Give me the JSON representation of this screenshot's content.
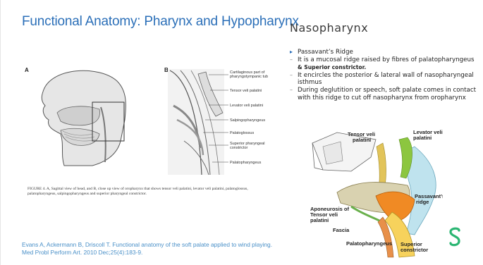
{
  "slide": {
    "title": "Functional Anatomy: Pharynx and Hypopharynx",
    "heading": "Nasopharynx"
  },
  "bullets": [
    {
      "marker": "▸",
      "text": "Passavant’s Ridge",
      "bold_suffix": ""
    },
    {
      "marker": "–",
      "text": "It is a mucosal ridge raised by fibres of palatopharyngeus ",
      "bold_suffix": "& Superior constrictor."
    },
    {
      "marker": "–",
      "text": "It encircles the posterior & lateral wall of nasopharyngeal isthmus",
      "bold_suffix": ""
    },
    {
      "marker": "–",
      "text": "During deglutition or speech, soft palate comes in contact with this ridge to cut off nasopharynx from oropharynx",
      "bold_suffix": ""
    }
  ],
  "figure_left": {
    "panel_a": "A",
    "panel_b": "B",
    "labels": [
      "Cartilaginous part of pharyngotympanic tub",
      "Tensor veli palatini",
      "Levator veli palatini",
      "Salpingopharyngeus",
      "Palatoglossus",
      "Superior pharyngeal constrictor",
      "Palatopharyngeus"
    ],
    "caption": "FIGURE 4. A, Sagittal view of head, and B, close up view of oropharynx that shows tensor veli palatini, levator veli palatini, palatoglossus, palatopharyngeus, salpingopharyngeus and superior pharyngeal constrictor."
  },
  "diagram": {
    "labels": {
      "tensor": "Tensor veli palatini",
      "levator": "Levator veli palatini",
      "passavant": "Passavant’s ridge",
      "aponeurosis": "Aponeurosis of Tensor veli palatini",
      "fascia": "Fascia",
      "palatopharyngeus": "Palatopharyngeus",
      "superior": "Superior constrictor"
    }
  },
  "citation": "Evans A, Ackermann B, Driscoll T. Functional anatomy of the soft palate applied to wind playing. Med Probl Perform Art. 2010 Dec;25(4):183-9.",
  "colors": {
    "title": "#2b6fb8",
    "citation": "#4a90c8",
    "logo": "#2bb673",
    "passavant_orange": "#f08a24",
    "levator_green": "#8cc63f",
    "constrictor_yellow": "#f7d25c",
    "palatopharyngeus_blue": "#bfe3ee"
  },
  "icons": {
    "logo": "brand-s-logo-icon"
  }
}
